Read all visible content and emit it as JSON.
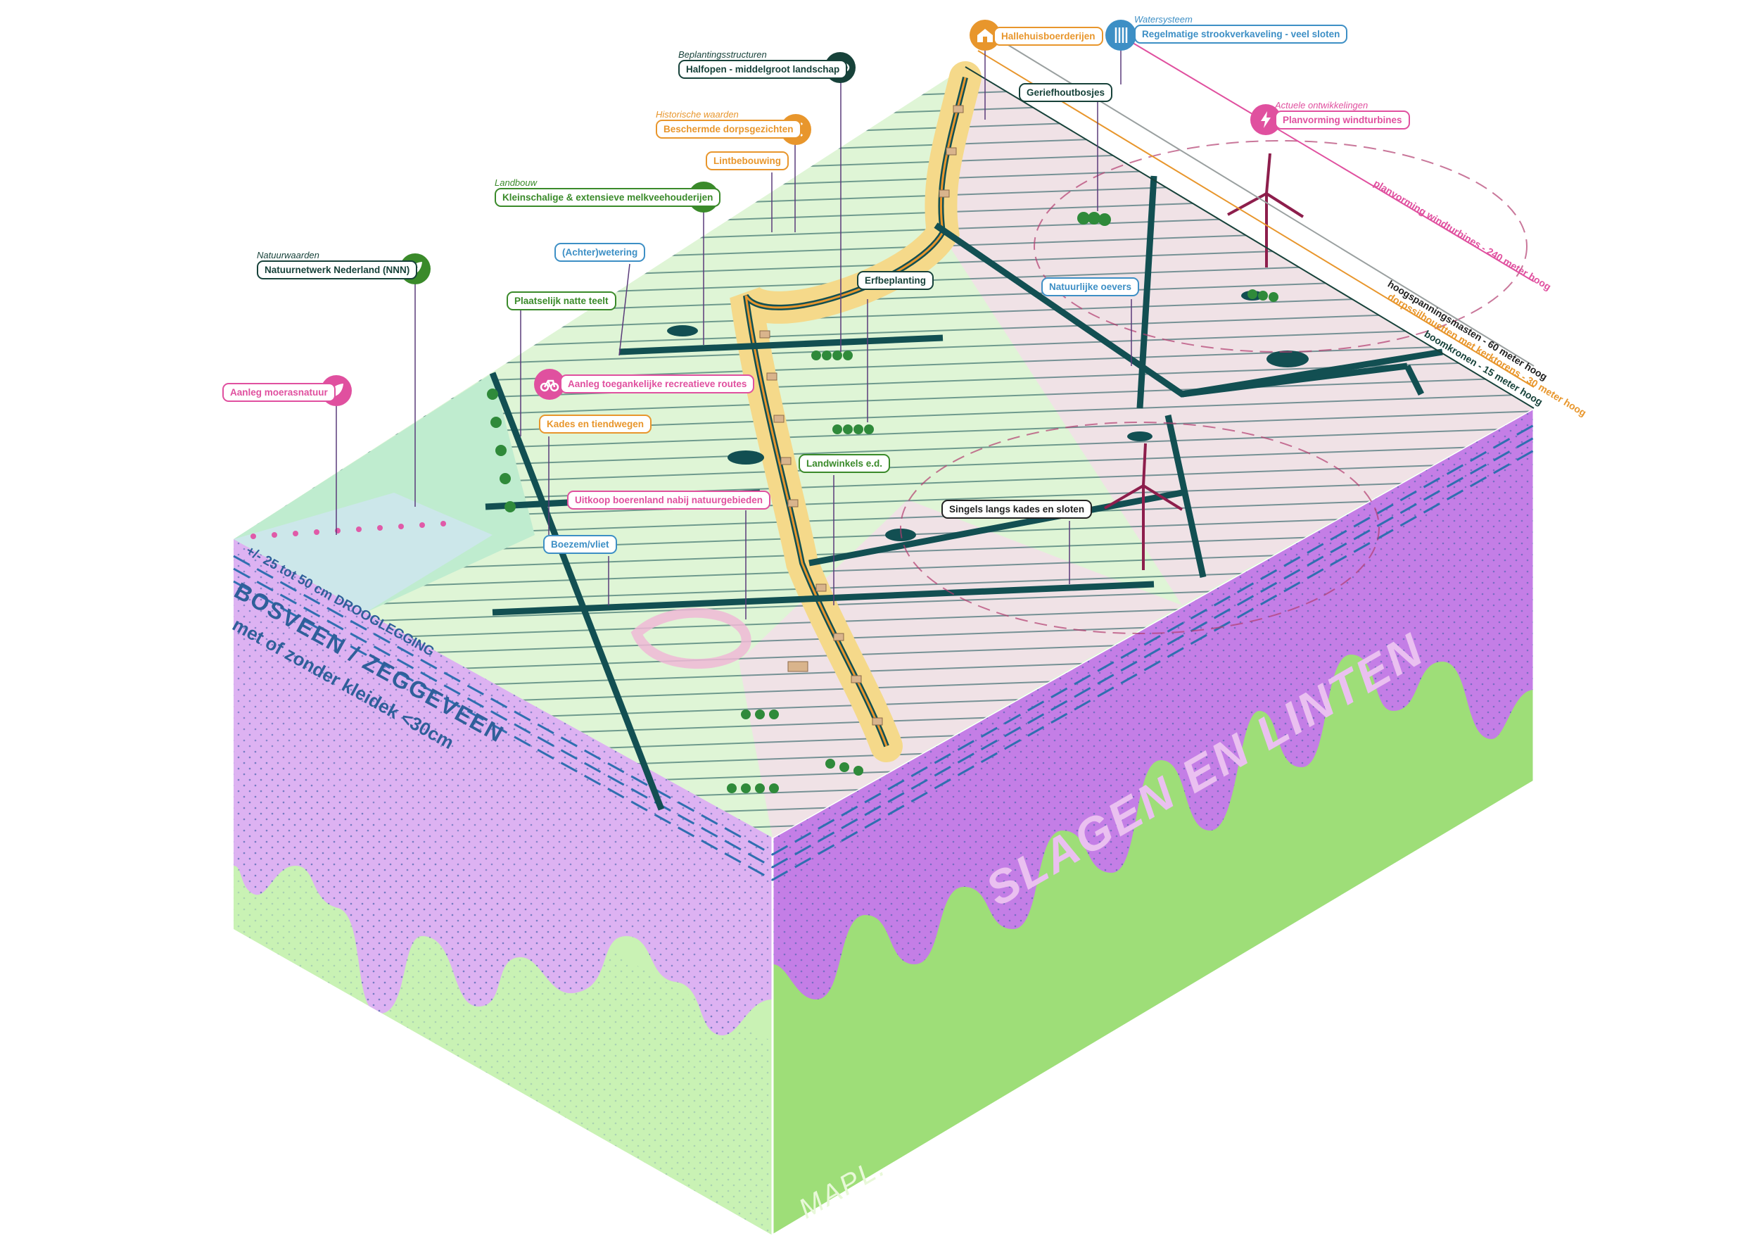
{
  "colors": {
    "grass_light": "#c9f2b4",
    "grass": "#9ede78",
    "peat_light": "#ddb2f2",
    "peat": "#c47ee6",
    "water": "#124f52",
    "ribbon": "#f5d98a",
    "field_green": "#dff5d6",
    "field_pink": "#f0e2e6",
    "orange": "#e8962c",
    "blue": "#3d8fc5",
    "pink": "#e0509f",
    "green": "#3a8a2a",
    "dark_green": "#17423a",
    "turbine": "#8d1e4c"
  },
  "block": {
    "title": "SLAGEN EN LINTEN",
    "soil_type": "BOSVEEN / ZEGGEVEEN",
    "soil_sub": "met of zonder kleidek <30cm",
    "drainage": "+/- 25 tot 50 cm DROOGLEGGING",
    "brand": "MAPL."
  },
  "heights": {
    "wind": "planvorming windturbines - 240 meter hoog",
    "pylons": "hoogspanningsmasten - 60 meter hoog",
    "church": "dorpssilhouetten met kerktorens - 30 meter hoog",
    "trees": "boomkronen - 15 meter hoog"
  },
  "labels": {
    "beplanting_cat": "Beplantingsstructuren",
    "beplanting": "Halfopen - middelgroot landschap",
    "hallehuis": "Hallehuisboerderijen",
    "water_cat": "Watersysteem",
    "water": "Regelmatige strookverkaveling - veel sloten",
    "geriefhout": "Geriefhoutbosjes",
    "actueel_cat": "Actuele ontwikkelingen",
    "actueel": "Planvorming windturbines",
    "historisch_cat": "Historische waarden",
    "historisch": "Beschermde dorpsgezichten",
    "lint": "Lintbebouwing",
    "landbouw_cat": "Landbouw",
    "landbouw": "Kleinschalige & extensieve melkveehouderijen",
    "wetering": "(Achter)wetering",
    "natuur_cat": "Natuurwaarden",
    "natuur": "Natuurnetwerk Nederland (NNN)",
    "natte_teelt": "Plaatselijk natte teelt",
    "erfbeplanting": "Erfbeplanting",
    "oevers": "Natuurlijke oevers",
    "moeras": "Aanleg moerasnatuur",
    "routes": "Aanleg toegankelijke recreatieve routes",
    "kades": "Kades en tiendwegen",
    "landwinkels": "Landwinkels e.d.",
    "uitkoop": "Uitkoop boerenland nabij natuurgebieden",
    "singels": "Singels langs kades en sloten",
    "boezem": "Boezem/vliet"
  }
}
